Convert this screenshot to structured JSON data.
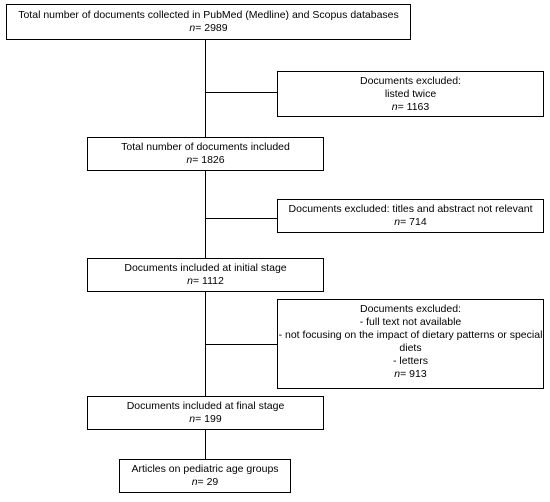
{
  "boxes": {
    "collected": {
      "label": "Total number of documents collected in PubMed (Medline) and Scopus databases",
      "n_prefix": "n",
      "n_value": "= 2989"
    },
    "excluded_duplicates": {
      "label": "Documents excluded:",
      "reason": "listed twice",
      "n_prefix": "n",
      "n_value": "= 1163"
    },
    "included": {
      "label": "Total number of documents included",
      "n_prefix": "n",
      "n_value": "= 1826"
    },
    "excluded_titles": {
      "label": "Documents excluded: titles and abstract not relevant",
      "n_prefix": "n",
      "n_value": "= 714"
    },
    "initial_stage": {
      "label": "Documents included at initial stage",
      "n_prefix": "n",
      "n_value": "= 1112"
    },
    "excluded_fulltext": {
      "label": "Documents excluded:",
      "reasons": [
        "-      full text not available",
        "-     not focusing on the impact of dietary patterns or special diets",
        "-      letters"
      ],
      "n_prefix": "n",
      "n_value": "= 913"
    },
    "final_stage": {
      "label": "Documents included at final stage",
      "n_prefix": "n",
      "n_value": "= 199"
    },
    "pediatric": {
      "label": "Articles on pediatric age groups",
      "n_prefix": "n",
      "n_value": "= 29"
    }
  }
}
